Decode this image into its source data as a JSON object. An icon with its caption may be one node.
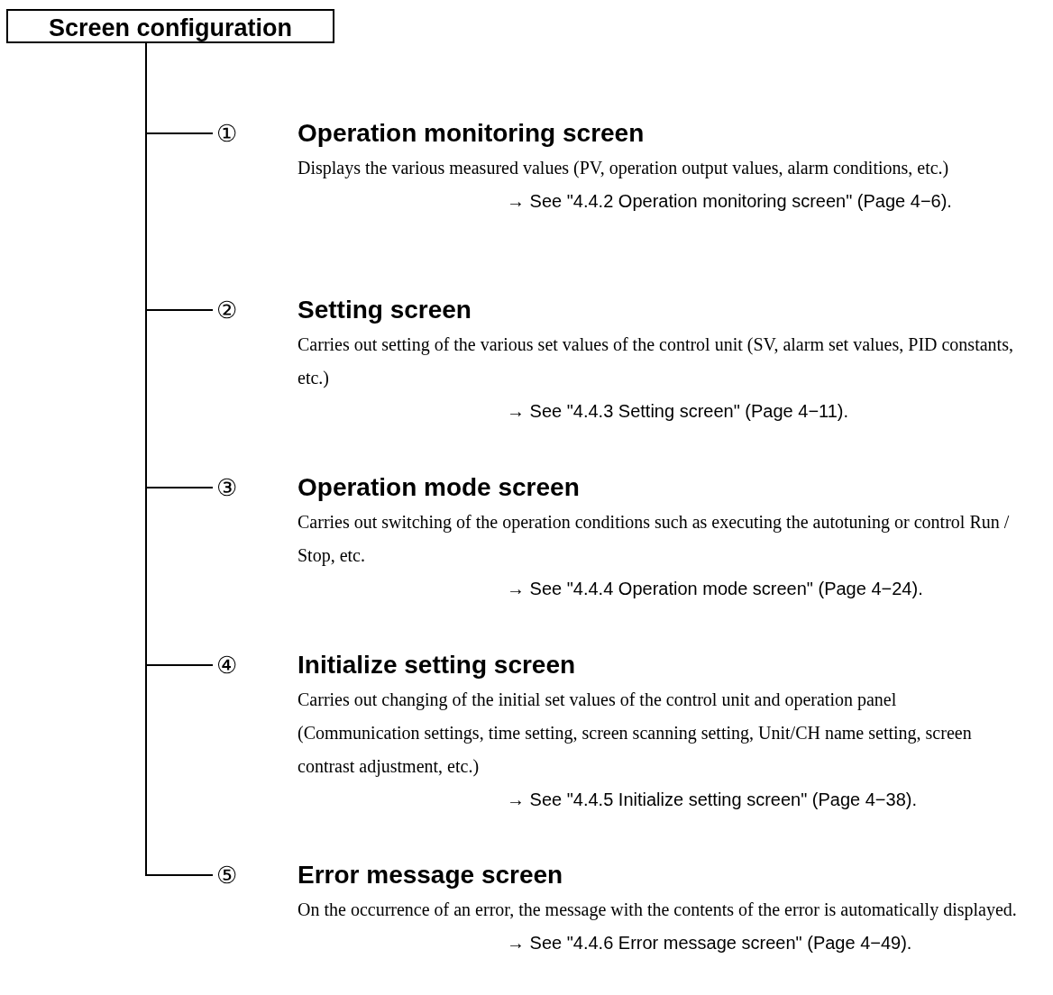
{
  "diagram": {
    "nodes": [
      {
        "text": [
          "Screen configuration"
        ]
      },
      {
        "text": [
          "①",
          "Operation monitoring screen",
          "Displays the various measured values (PV, operation output values, alarm conditions, etc.)",
          "→ See \"4.4.2 Operation monitoring screen\" (Page 4−6)."
        ]
      },
      {
        "text": [
          "②",
          "Setting screen",
          "Carries out setting of the various set values of the control unit (SV, alarm set values, PID constants, etc.)",
          "→ See \"4.4.3 Setting screen\" (Page 4−11)."
        ]
      },
      {
        "text": [
          "③",
          "Operation mode screen",
          "Carries out switching of the operation conditions such as executing the autotuning or control Run / Stop, etc.",
          "→ See \"4.4.4 Operation mode screen\" (Page 4−24)."
        ]
      },
      {
        "text": [
          "④",
          "Initialize setting screen",
          "Carries out changing of the initial set values of the control unit and operation panel (Communication settings, time setting, screen scanning setting, Unit/CH name setting, screen contrast adjustment, etc.)",
          "→ See \"4.4.5 Initialize setting screen\" (Page 4−38)."
        ]
      },
      {
        "text": [
          "⑤",
          "Error message screen",
          "On the occurrence of an error, the message with the contents of the error is automatically displayed.",
          "→ See \"4.4.6 Error message screen\" (Page 4−49)."
        ]
      }
    ],
    "edges": [
      {
        "from": 0,
        "to": 1,
        "arrow": "none"
      },
      {
        "from": 0,
        "to": 2,
        "arrow": "none"
      },
      {
        "from": 0,
        "to": 3,
        "arrow": "none"
      },
      {
        "from": 0,
        "to": 4,
        "arrow": "none"
      },
      {
        "from": 0,
        "to": 5,
        "arrow": "none"
      }
    ]
  }
}
